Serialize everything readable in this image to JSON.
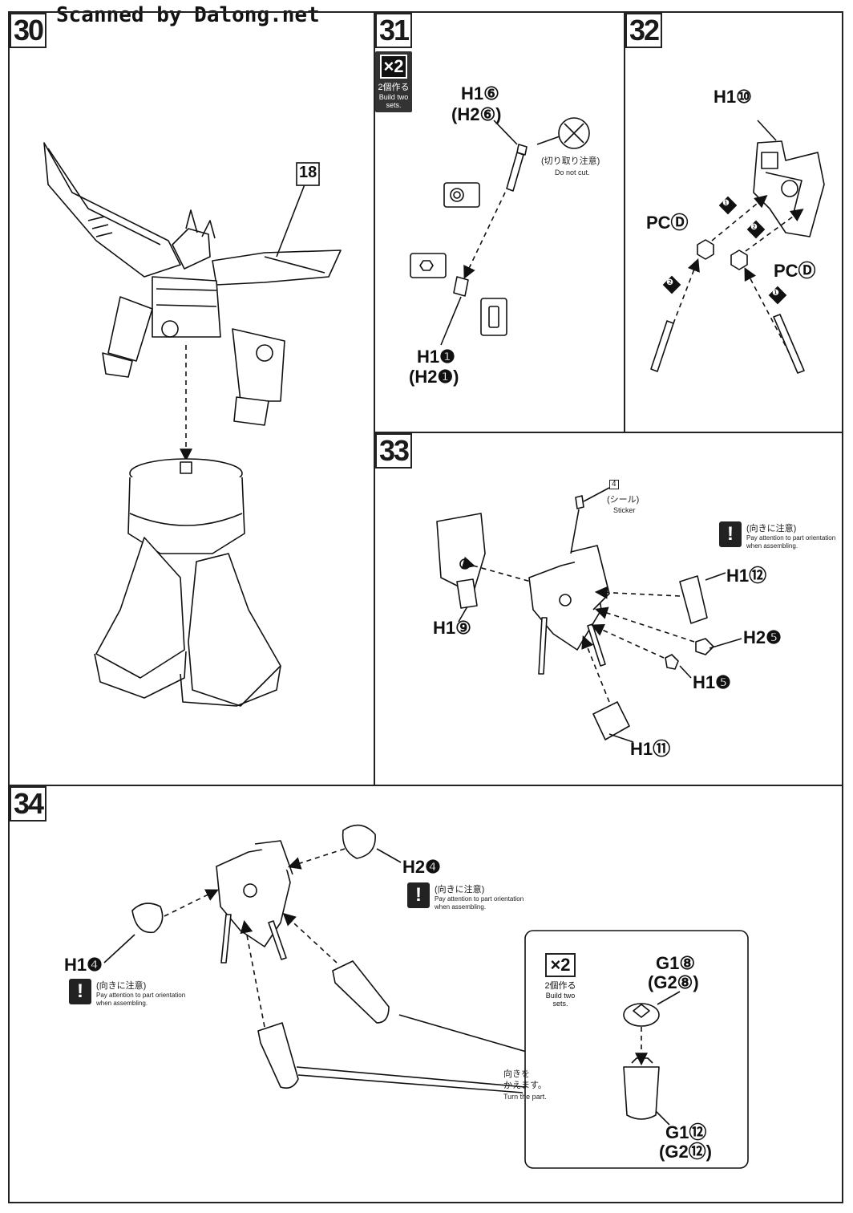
{
  "header": {
    "scanner_text": "Scanned by Dalong.net"
  },
  "steps": {
    "s30": {
      "number": "30",
      "callout": "18"
    },
    "s31": {
      "number": "31",
      "build": {
        "badge": "×2",
        "jp": "2個作る",
        "en": "Build two sets."
      },
      "parts": {
        "top": "H1⑥",
        "top_alt": "(H2⑥)",
        "bottom": "H1❶",
        "bottom_alt": "(H2❶)"
      },
      "caution_cut": {
        "jp": "(切り取り注意)",
        "en": "Do not cut."
      }
    },
    "s32": {
      "number": "32",
      "parts": {
        "body": "H1⑩",
        "pc_left": "PCⒹ",
        "pc_right": "PCⒹ"
      },
      "order_marks": [
        "❶",
        "❷",
        "❷",
        "❶"
      ]
    },
    "s33": {
      "number": "33",
      "sticker": {
        "num": "4",
        "jp": "(シール)",
        "en": "Sticker"
      },
      "attention": {
        "mark": "!",
        "jp": "(向きに注意)",
        "en": "Pay attention to part orientation when assembling."
      },
      "parts": {
        "left": "H1⑨",
        "p12": "H1⑫",
        "p5b": "H2❺",
        "p5a": "H1❺",
        "p11": "H1⑪"
      }
    },
    "s34": {
      "number": "34",
      "parts": {
        "top": "H2❹",
        "left": "H1❹",
        "g8": "G1⑧",
        "g8_alt": "(G2⑧)",
        "g12": "G1⑫",
        "g12_alt": "(G2⑫)"
      },
      "attention_top": {
        "mark": "!",
        "jp": "(向きに注意)",
        "en": "Pay attention to part orientation when assembling."
      },
      "attention_left": {
        "mark": "!",
        "jp": "(向きに注意)",
        "en": "Pay attention to part orientation when assembling."
      },
      "build": {
        "badge": "×2",
        "jp": "2個作る",
        "en": "Build two sets."
      },
      "turn": {
        "jp_line1": "向きを",
        "jp_line2": "かえます。",
        "en": "Turn the part."
      }
    }
  }
}
